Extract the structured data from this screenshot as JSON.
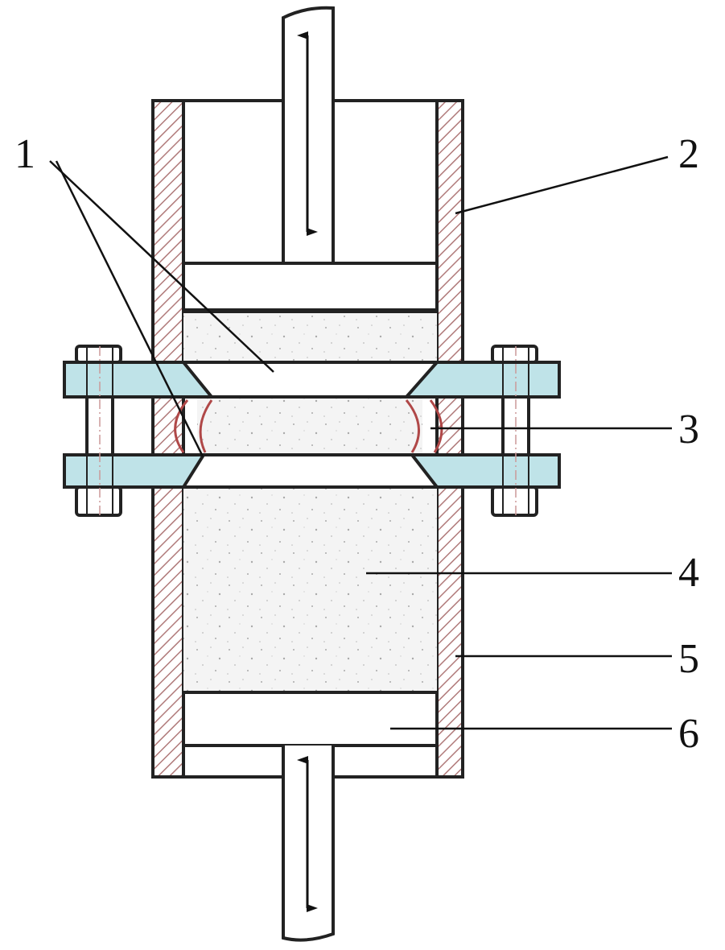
{
  "labels": {
    "l1": "1",
    "l2": "2",
    "l3": "3",
    "l4": "4",
    "l5": "5",
    "l6": "6"
  },
  "colors": {
    "stroke": "#222222",
    "hatch": "#b07a7a",
    "flange": "#bfe3e8",
    "seal": "#b04848",
    "sample": "#f3f3f3"
  }
}
